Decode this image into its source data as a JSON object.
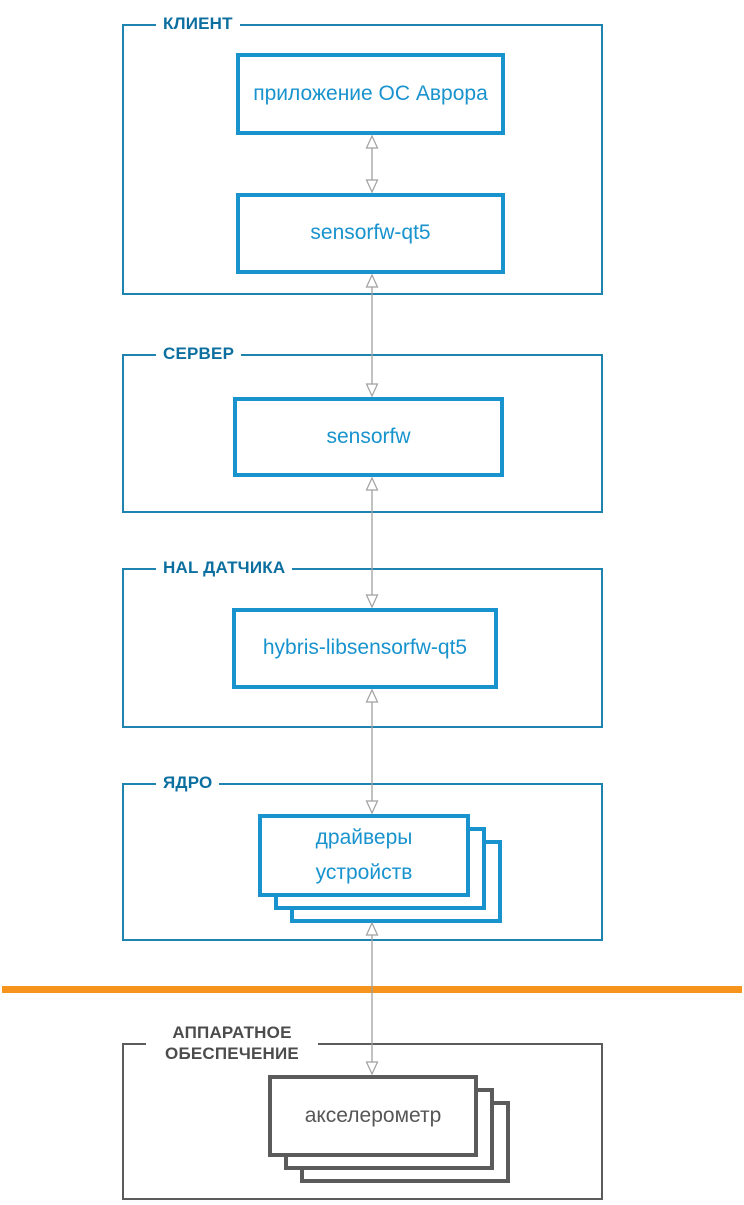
{
  "groups": {
    "client": {
      "title": "КЛИЕНТ"
    },
    "server": {
      "title": "СЕРВЕР"
    },
    "sensor_hal": {
      "title": "HAL ДАТЧИКА"
    },
    "kernel": {
      "title": "ЯДРО"
    },
    "hardware": {
      "title": "АППАРАТНОЕ ОБЕСПЕЧЕНИЕ"
    }
  },
  "nodes": {
    "aurora_app": {
      "label": "приложение ОС Аврора"
    },
    "sensorfw_qt5": {
      "label": "sensorfw-qt5"
    },
    "sensorfw": {
      "label": "sensorfw"
    },
    "hybris_libsensorfw_qt5": {
      "label": "hybris-libsensorfw-qt5"
    },
    "device_drivers": {
      "label": "драйверы устройств"
    },
    "accelerometer": {
      "label": "акселерометр"
    }
  },
  "connections": [
    {
      "from": "приложение ОС Аврора",
      "to": "sensorfw-qt5",
      "type": "bidirectional"
    },
    {
      "from": "sensorfw-qt5",
      "to": "sensorfw",
      "type": "bidirectional"
    },
    {
      "from": "sensorfw",
      "to": "hybris-libsensorfw-qt5",
      "type": "bidirectional"
    },
    {
      "from": "hybris-libsensorfw-qt5",
      "to": "драйверы устройств",
      "type": "bidirectional"
    },
    {
      "from": "драйверы устройств",
      "to": "акселерометр",
      "type": "bidirectional"
    }
  ],
  "colors": {
    "group_border_blue": "#1E84AF",
    "group_title_blue": "#0C6F9F",
    "node_blue": "#1993CE",
    "hardware_gray": "#5B5B5B",
    "arrow_gray": "#A0A0A0",
    "divider_orange": "#F7941E"
  }
}
